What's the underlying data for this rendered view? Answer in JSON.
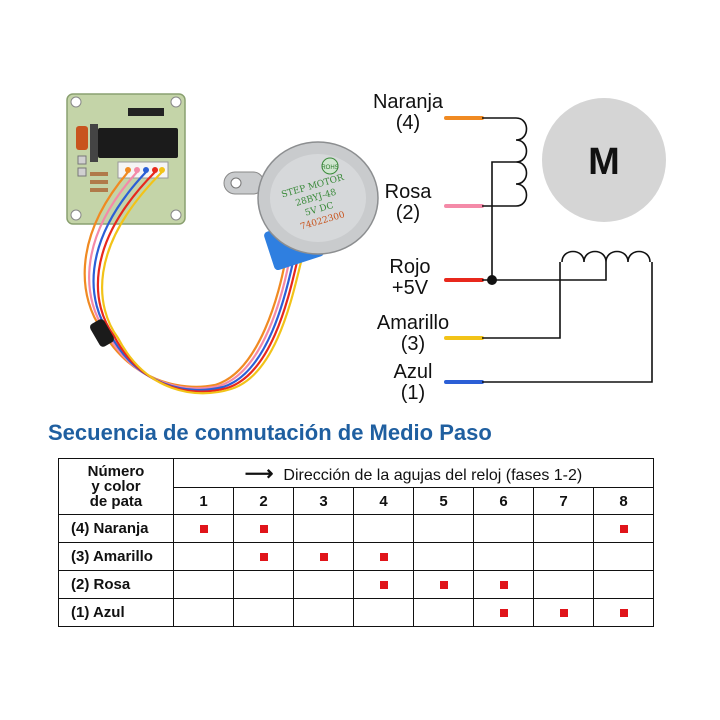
{
  "connections": [
    {
      "name": "Naranja",
      "number": "(4)",
      "color": "#f08a22"
    },
    {
      "name": "Rosa",
      "number": "(2)",
      "color": "#f48aa8"
    },
    {
      "name": "Rojo",
      "number": "+5V",
      "color": "#e8281c"
    },
    {
      "name": "Amarillo",
      "number": "(3)",
      "color": "#f2c318"
    },
    {
      "name": "Azul",
      "number": "(1)",
      "color": "#2b5fd6"
    }
  ],
  "motor_symbol": "M",
  "motor_print": {
    "brand": "ROHS",
    "line1": "STEP MOTOR",
    "line2": "28BYJ-48",
    "line3": "5V  DC",
    "line4": "74022300"
  },
  "section_title": "Secuencia de conmutación de Medio Paso",
  "table": {
    "corner_line1": "Número",
    "corner_line2": "y color",
    "corner_line3": "de pata",
    "direction_label": "Dirección de la agujas del reloj (fases 1-2)",
    "steps": [
      "1",
      "2",
      "3",
      "4",
      "5",
      "6",
      "7",
      "8"
    ],
    "rows": [
      {
        "label": "(4) Naranja",
        "active": [
          1,
          2,
          8
        ]
      },
      {
        "label": "(3) Amarillo",
        "active": [
          2,
          3,
          4
        ]
      },
      {
        "label": "(2) Rosa",
        "active": [
          4,
          5,
          6
        ]
      },
      {
        "label": "(1) Azul",
        "active": [
          6,
          7,
          8
        ]
      }
    ]
  },
  "colors": {
    "title": "#1f5fa0",
    "marker": "#e0141a",
    "board": "#c4d4a8",
    "motor_body": "#c9cbcd",
    "motor_cap": "#2f7fe0"
  }
}
